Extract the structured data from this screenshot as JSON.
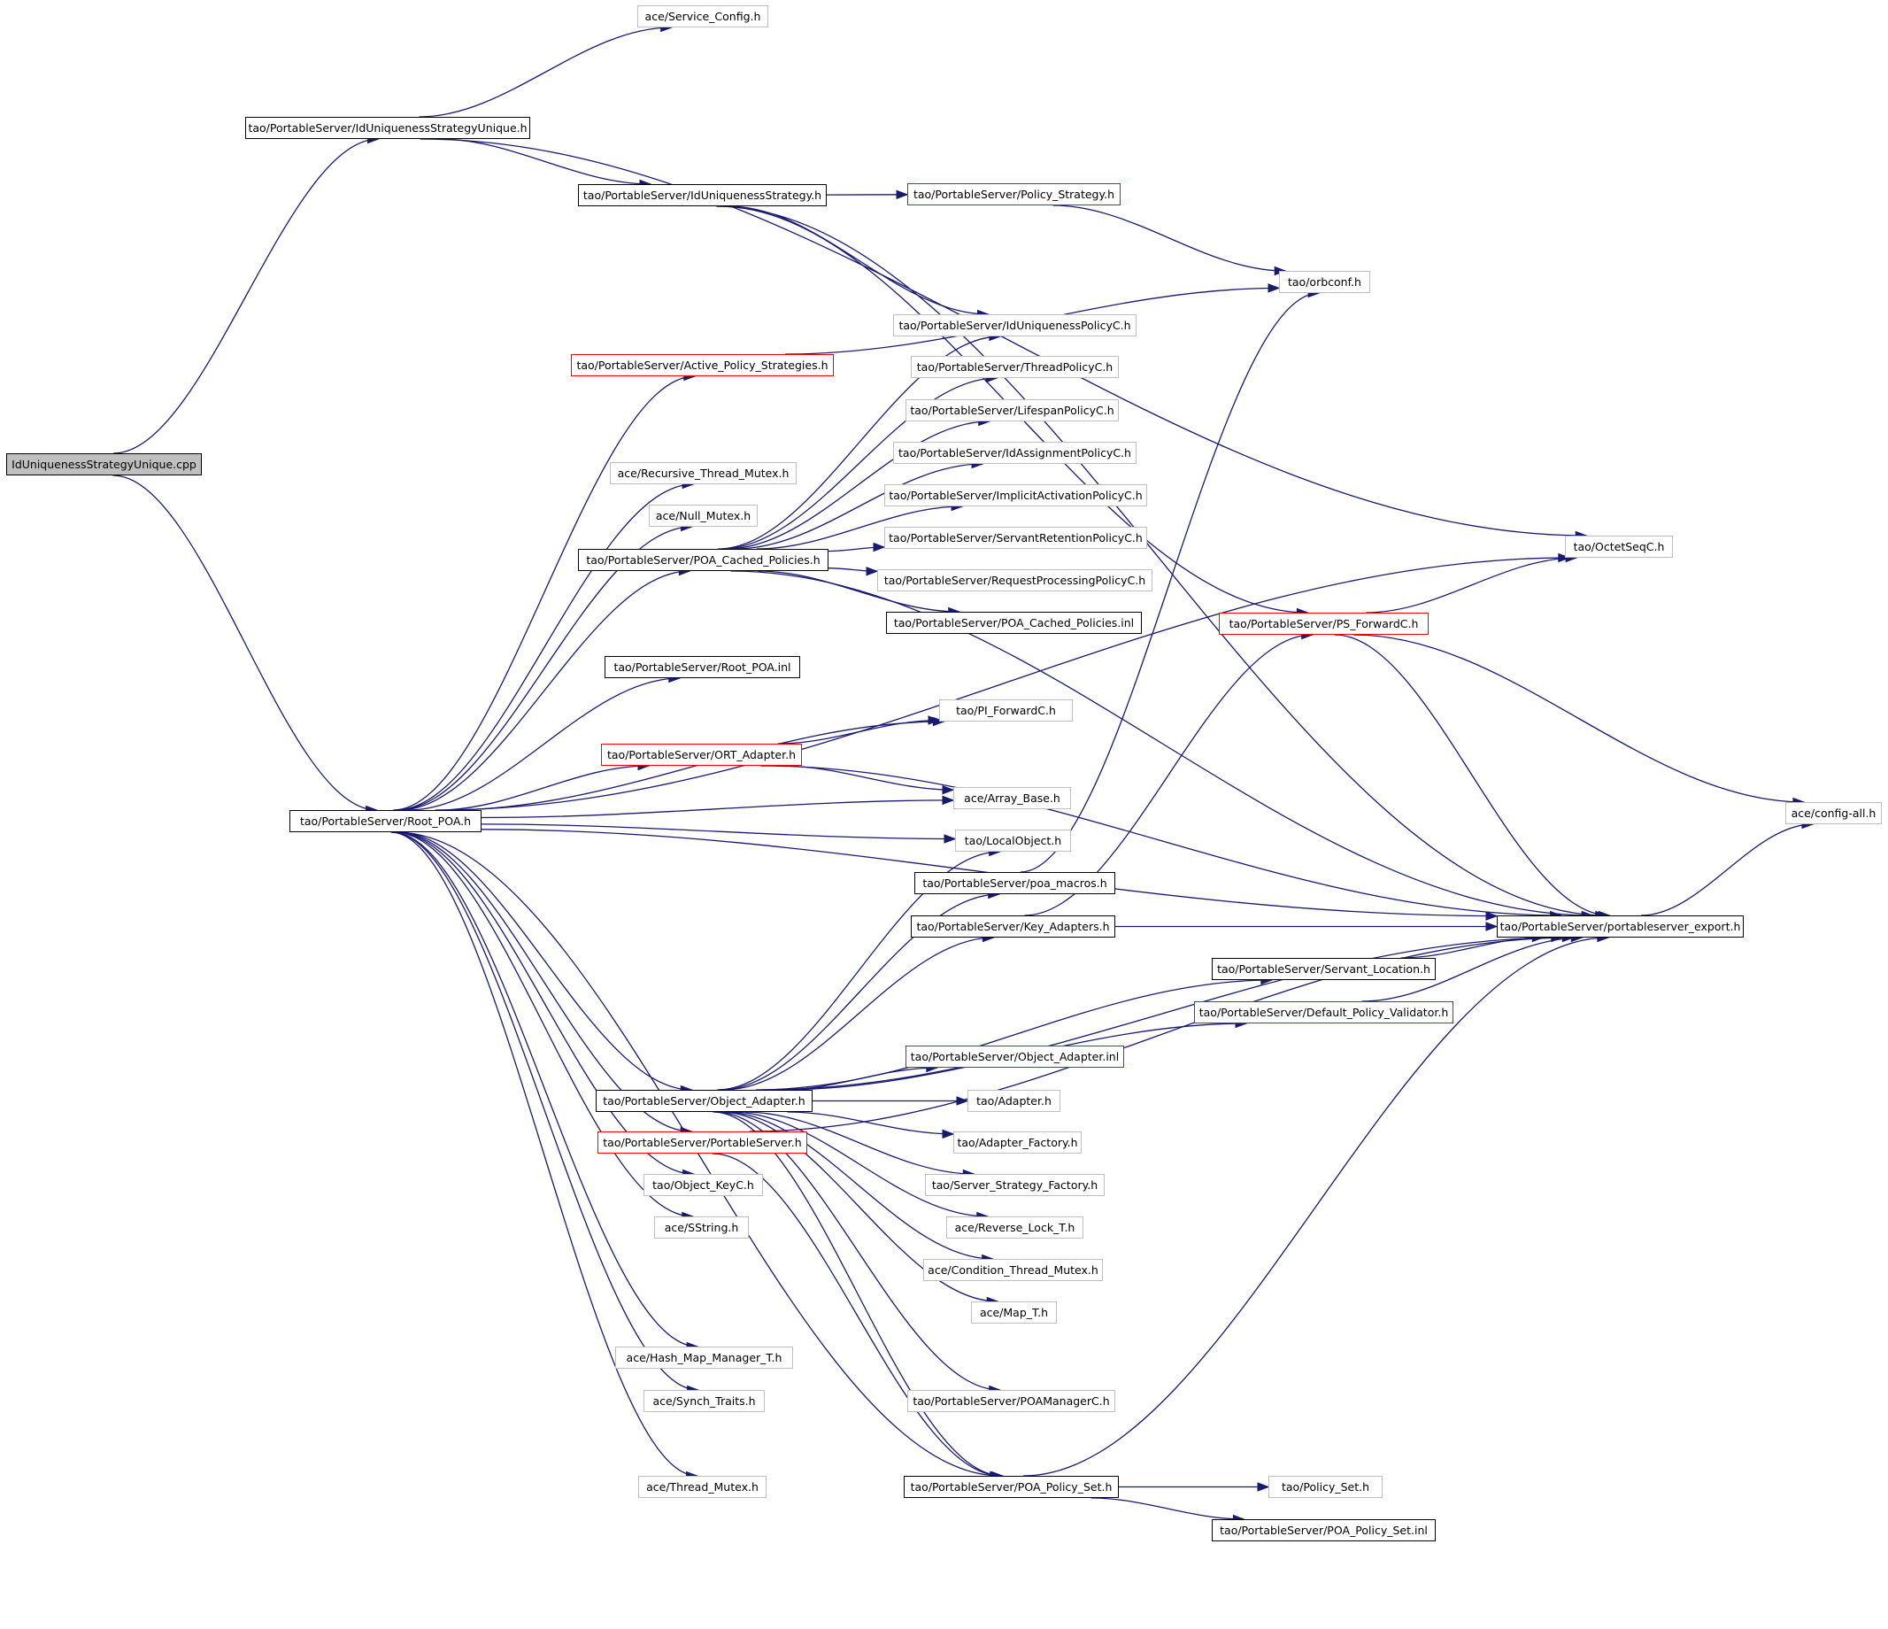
{
  "graph": {
    "colors": {
      "edge": "#191970",
      "node_black_border": "#000000",
      "node_red_border": "#ff0000",
      "node_gray_border": "#bfbfbf",
      "root_fill": "#bfbfbf"
    },
    "nodes": [
      {
        "id": "n0",
        "label": "IdUniquenessStrategyUnique.cpp",
        "style": "root"
      },
      {
        "id": "n1",
        "label": "tao/PortableServer/IdUniquenessStrategyUnique.h",
        "style": "black"
      },
      {
        "id": "n2",
        "label": "ace/Service_Config.h",
        "style": "gray"
      },
      {
        "id": "n3",
        "label": "tao/OctetSeqC.h",
        "style": "gray"
      },
      {
        "id": "n4",
        "label": "tao/PortableServer/IdUniquenessStrategy.h",
        "style": "black"
      },
      {
        "id": "n5",
        "label": "tao/PortableServer/Policy_Strategy.h",
        "style": "red"
      },
      {
        "id": "n6",
        "label": "tao/orbconf.h",
        "style": "gray"
      },
      {
        "id": "n7",
        "label": "tao/PortableServer/IdUniquenessPolicyC.h",
        "style": "gray"
      },
      {
        "id": "n8",
        "label": "tao/PortableServer/ThreadPolicyC.h",
        "style": "gray"
      },
      {
        "id": "n9",
        "label": "tao/PortableServer/LifespanPolicyC.h",
        "style": "gray"
      },
      {
        "id": "n10",
        "label": "tao/PortableServer/IdAssignmentPolicyC.h",
        "style": "gray"
      },
      {
        "id": "n11",
        "label": "tao/PortableServer/ImplicitActivationPolicyC.h",
        "style": "gray"
      },
      {
        "id": "n12",
        "label": "tao/PortableServer/ServantRetentionPolicyC.h",
        "style": "gray"
      },
      {
        "id": "n13",
        "label": "tao/PortableServer/RequestProcessingPolicyC.h",
        "style": "gray"
      },
      {
        "id": "n14",
        "label": "tao/PortableServer/POA_Cached_Policies.inl",
        "style": "black"
      },
      {
        "id": "n15",
        "label": "tao/PortableServer/Active_Policy_Strategies.h",
        "style": "red"
      },
      {
        "id": "n16",
        "label": "ace/Recursive_Thread_Mutex.h",
        "style": "gray"
      },
      {
        "id": "n17",
        "label": "ace/Null_Mutex.h",
        "style": "gray"
      },
      {
        "id": "n18",
        "label": "tao/PortableServer/POA_Cached_Policies.h",
        "style": "black"
      },
      {
        "id": "n19",
        "label": "tao/PortableServer/PS_ForwardC.h",
        "style": "red"
      },
      {
        "id": "n20",
        "label": "tao/PortableServer/Root_POA.inl",
        "style": "black"
      },
      {
        "id": "n21",
        "label": "tao/PI_ForwardC.h",
        "style": "gray"
      },
      {
        "id": "n22",
        "label": "tao/PortableServer/ORT_Adapter.h",
        "style": "red"
      },
      {
        "id": "n23",
        "label": "ace/Array_Base.h",
        "style": "gray"
      },
      {
        "id": "n24",
        "label": "tao/PortableServer/Root_POA.h",
        "style": "black"
      },
      {
        "id": "n25",
        "label": "tao/LocalObject.h",
        "style": "gray"
      },
      {
        "id": "n26",
        "label": "ace/config-all.h",
        "style": "gray"
      },
      {
        "id": "n27",
        "label": "tao/PortableServer/poa_macros.h",
        "style": "black"
      },
      {
        "id": "n28",
        "label": "tao/PortableServer/Key_Adapters.h",
        "style": "black"
      },
      {
        "id": "n29",
        "label": "tao/PortableServer/portableserver_export.h",
        "style": "black"
      },
      {
        "id": "n30",
        "label": "tao/PortableServer/Servant_Location.h",
        "style": "black"
      },
      {
        "id": "n31",
        "label": "tao/PortableServer/Default_Policy_Validator.h",
        "style": "red"
      },
      {
        "id": "n32",
        "label": "tao/PortableServer/Object_Adapter.inl",
        "style": "red"
      },
      {
        "id": "n33",
        "label": "tao/PortableServer/Object_Adapter.h",
        "style": "black"
      },
      {
        "id": "n34",
        "label": "tao/Adapter.h",
        "style": "gray"
      },
      {
        "id": "n35",
        "label": "tao/PortableServer/PortableServer.h",
        "style": "red"
      },
      {
        "id": "n36",
        "label": "tao/Adapter_Factory.h",
        "style": "gray"
      },
      {
        "id": "n37",
        "label": "tao/Object_KeyC.h",
        "style": "gray"
      },
      {
        "id": "n38",
        "label": "tao/Server_Strategy_Factory.h",
        "style": "gray"
      },
      {
        "id": "n39",
        "label": "ace/SString.h",
        "style": "gray"
      },
      {
        "id": "n40",
        "label": "ace/Reverse_Lock_T.h",
        "style": "gray"
      },
      {
        "id": "n41",
        "label": "ace/Condition_Thread_Mutex.h",
        "style": "gray"
      },
      {
        "id": "n42",
        "label": "ace/Map_T.h",
        "style": "gray"
      },
      {
        "id": "n43",
        "label": "ace/Hash_Map_Manager_T.h",
        "style": "gray"
      },
      {
        "id": "n44",
        "label": "ace/Synch_Traits.h",
        "style": "gray"
      },
      {
        "id": "n45",
        "label": "tao/PortableServer/POAManagerC.h",
        "style": "gray"
      },
      {
        "id": "n46",
        "label": "ace/Thread_Mutex.h",
        "style": "gray"
      },
      {
        "id": "n47",
        "label": "tao/PortableServer/POA_Policy_Set.h",
        "style": "black"
      },
      {
        "id": "n48",
        "label": "tao/Policy_Set.h",
        "style": "gray"
      },
      {
        "id": "n49",
        "label": "tao/PortableServer/POA_Policy_Set.inl",
        "style": "black"
      }
    ],
    "edges": [
      [
        "n0",
        "n1"
      ],
      [
        "n0",
        "n24"
      ],
      [
        "n1",
        "n2"
      ],
      [
        "n1",
        "n3"
      ],
      [
        "n1",
        "n4"
      ],
      [
        "n4",
        "n5"
      ],
      [
        "n4",
        "n7"
      ],
      [
        "n4",
        "n19"
      ],
      [
        "n4",
        "n29"
      ],
      [
        "n5",
        "n6"
      ],
      [
        "n15",
        "n6"
      ],
      [
        "n18",
        "n7"
      ],
      [
        "n18",
        "n8"
      ],
      [
        "n18",
        "n9"
      ],
      [
        "n18",
        "n10"
      ],
      [
        "n18",
        "n11"
      ],
      [
        "n18",
        "n12"
      ],
      [
        "n18",
        "n13"
      ],
      [
        "n18",
        "n14"
      ],
      [
        "n18",
        "n29"
      ],
      [
        "n24",
        "n15"
      ],
      [
        "n24",
        "n16"
      ],
      [
        "n24",
        "n17"
      ],
      [
        "n24",
        "n18"
      ],
      [
        "n24",
        "n20"
      ],
      [
        "n24",
        "n21"
      ],
      [
        "n24",
        "n22"
      ],
      [
        "n24",
        "n23"
      ],
      [
        "n24",
        "n25"
      ],
      [
        "n24",
        "n33"
      ],
      [
        "n24",
        "n35"
      ],
      [
        "n24",
        "n37"
      ],
      [
        "n24",
        "n39"
      ],
      [
        "n24",
        "n43"
      ],
      [
        "n24",
        "n44"
      ],
      [
        "n24",
        "n46"
      ],
      [
        "n24",
        "n47"
      ],
      [
        "n24",
        "n29"
      ],
      [
        "n24",
        "n3"
      ],
      [
        "n22",
        "n21"
      ],
      [
        "n22",
        "n23"
      ],
      [
        "n22",
        "n29"
      ],
      [
        "n19",
        "n3"
      ],
      [
        "n19",
        "n26"
      ],
      [
        "n19",
        "n29"
      ],
      [
        "n27",
        "n6"
      ],
      [
        "n28",
        "n19"
      ],
      [
        "n28",
        "n29"
      ],
      [
        "n29",
        "n26"
      ],
      [
        "n30",
        "n29"
      ],
      [
        "n31",
        "n29"
      ],
      [
        "n33",
        "n25"
      ],
      [
        "n33",
        "n27"
      ],
      [
        "n33",
        "n28"
      ],
      [
        "n33",
        "n30"
      ],
      [
        "n33",
        "n31"
      ],
      [
        "n33",
        "n32"
      ],
      [
        "n33",
        "n34"
      ],
      [
        "n33",
        "n36"
      ],
      [
        "n33",
        "n38"
      ],
      [
        "n33",
        "n40"
      ],
      [
        "n33",
        "n41"
      ],
      [
        "n33",
        "n42"
      ],
      [
        "n33",
        "n45"
      ],
      [
        "n33",
        "n47"
      ],
      [
        "n33",
        "n29"
      ],
      [
        "n35",
        "n29"
      ],
      [
        "n35",
        "n47"
      ],
      [
        "n47",
        "n48"
      ],
      [
        "n47",
        "n49"
      ],
      [
        "n47",
        "n29"
      ]
    ]
  }
}
